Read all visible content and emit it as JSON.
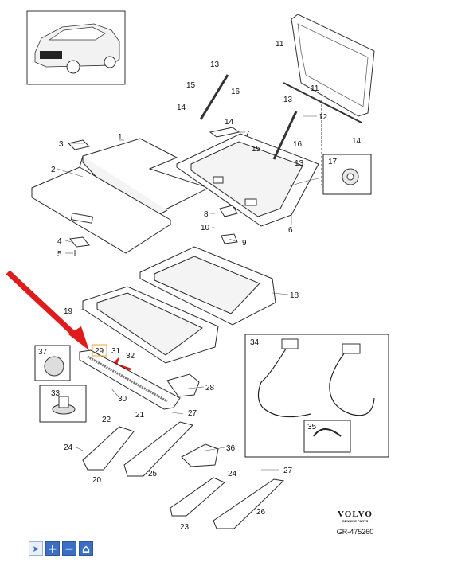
{
  "figure": {
    "brand": "VOLVO",
    "brand_sub": "GENUINE PARTS",
    "reference": "GR-475260"
  },
  "callouts": {
    "c1": "1",
    "c2": "2",
    "c3": "3",
    "c4": "4",
    "c5": "5",
    "c6": "6",
    "c7": "7",
    "c8": "8",
    "c9": "9",
    "c10": "10",
    "c11a": "11",
    "c11b": "11",
    "c12": "12",
    "c13a": "13",
    "c13b": "13",
    "c13c": "13",
    "c14a": "14",
    "c14b": "14",
    "c14c": "14",
    "c15a": "15",
    "c15b": "15",
    "c16a": "16",
    "c16b": "16",
    "c17": "17",
    "c18": "18",
    "c19": "19",
    "c20": "20",
    "c21": "21",
    "c22": "22",
    "c23": "23",
    "c24a": "24",
    "c24b": "24",
    "c25": "25",
    "c26": "26",
    "c27a": "27",
    "c27b": "27",
    "c28": "28",
    "c29": "29",
    "c30": "30",
    "c31": "31",
    "c32": "32",
    "c33": "33",
    "c34": "34",
    "c35": "35",
    "c36": "36",
    "c37": "37"
  },
  "colors": {
    "arrow": "#e01b1b",
    "highlight": "#e8a13a",
    "toolbar": "#3a6fc4"
  },
  "toolbar": {
    "pointer_icon": "cursor-icon",
    "zoom_in_label": "+",
    "zoom_out_label": "−",
    "home_icon": "home-icon"
  }
}
